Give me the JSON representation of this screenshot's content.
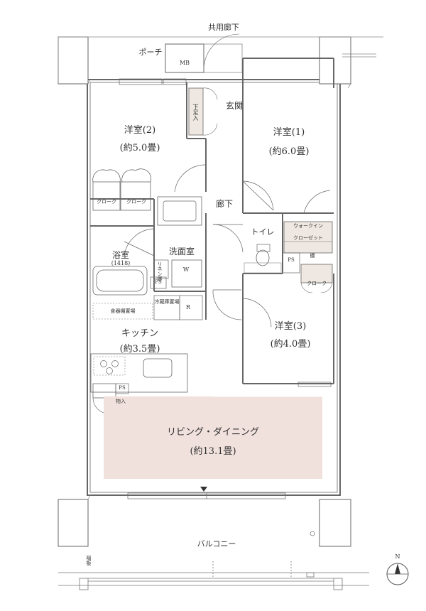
{
  "corridor": "共用廊下",
  "porch": "ポーチ",
  "mb": "MB",
  "entrance": "玄関",
  "shoe_box": "下足入",
  "western_room_2": {
    "name": "洋室(2)",
    "size": "(約5.0畳)"
  },
  "western_room_1": {
    "name": "洋室(1)",
    "size": "(約6.0畳)"
  },
  "western_room_3": {
    "name": "洋室(3)",
    "size": "(約4.0畳)"
  },
  "closet": "クローク",
  "hallway": "廊下",
  "toilet": "トイレ",
  "walk_in_closet": {
    "line1": "ウォークイン",
    "line2": "クローゼット"
  },
  "shelf": "棚",
  "ps": "PS",
  "bathroom": {
    "name": "浴室",
    "size": "(1418)"
  },
  "washroom": "洗面室",
  "linen": "リネン庫",
  "washer": "W",
  "dish_storage": "食器棚置場",
  "fridge_space": "冷蔵庫置場",
  "fridge": "R",
  "kitchen": {
    "name": "キッチン",
    "size": "(約3.5畳)"
  },
  "storage": "物入",
  "living_dining": {
    "name": "リビング・ダイニング",
    "size": "(約13.1畳)"
  },
  "balcony": "バルコニー",
  "partition": "隔板",
  "north": "N",
  "colors": {
    "wall": "#7a7a7a",
    "line": "#555555",
    "ldk_fill": "#f1e1dc",
    "closet_fill": "#efe8e2"
  }
}
